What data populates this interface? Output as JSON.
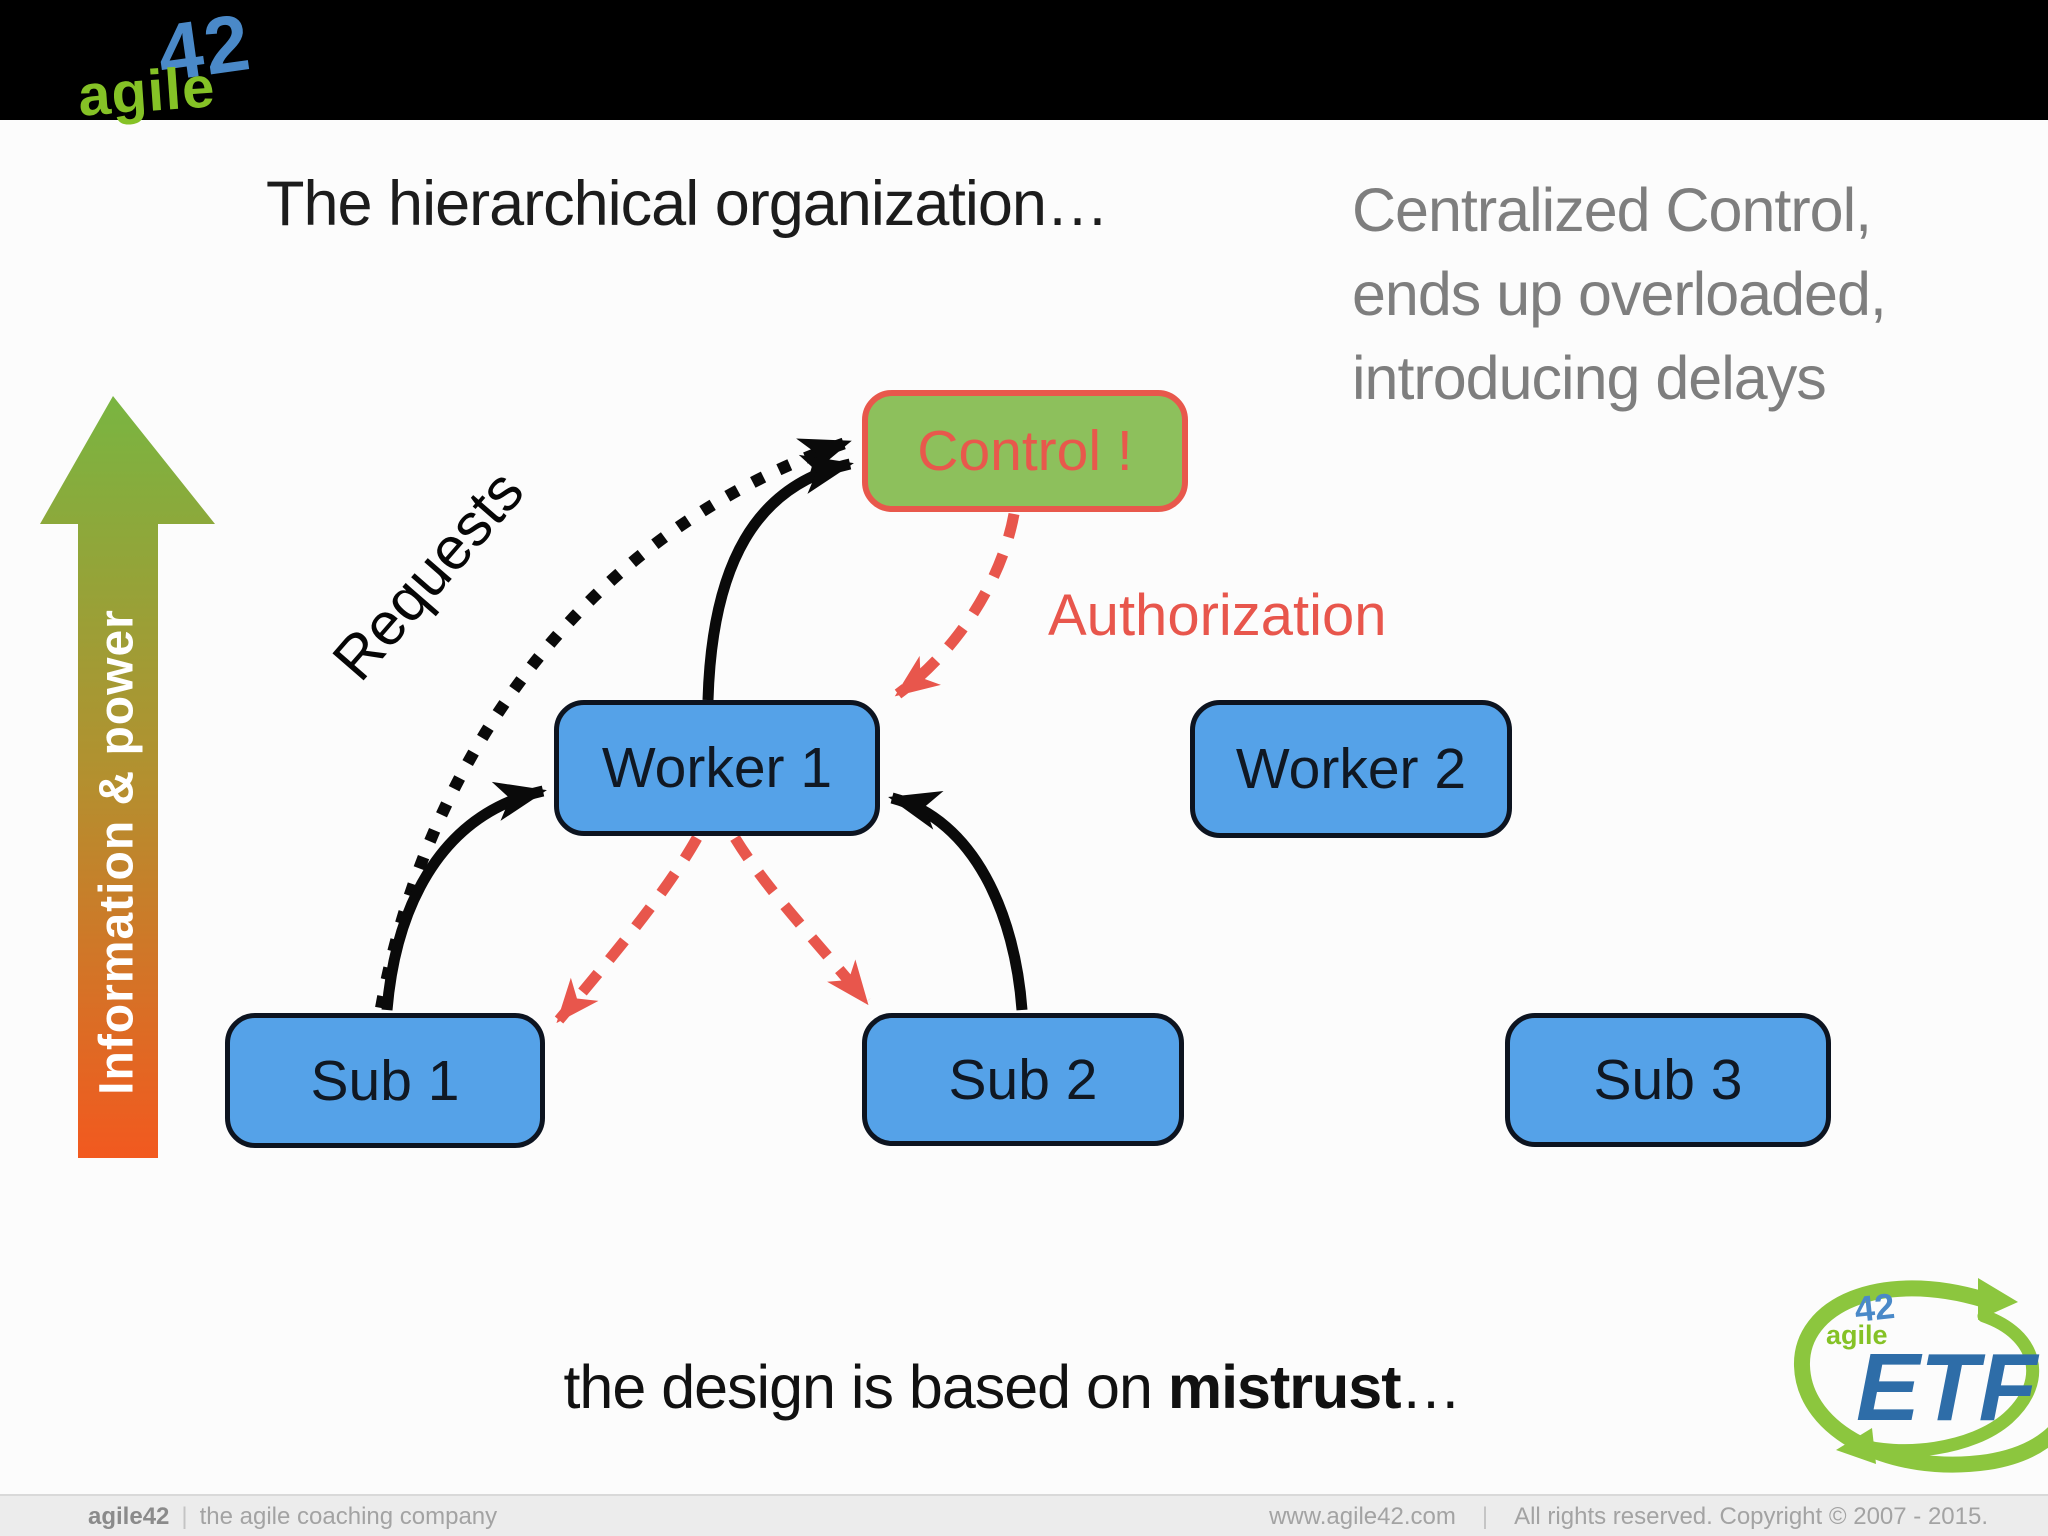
{
  "logo": {
    "num": "42",
    "word": "agile"
  },
  "slide": {
    "title": "The hierarchical organization…",
    "note_right": [
      "Centralized Control,",
      "ends up overloaded,",
      "introducing delays"
    ],
    "power_arrow_label": "Information & power",
    "bottom_prefix": "the design is based on ",
    "bottom_bold": "mistrust",
    "bottom_suffix": "…"
  },
  "diagram": {
    "nodes": {
      "control": "Control !",
      "worker1": "Worker 1",
      "worker2": "Worker 2",
      "sub1": "Sub 1",
      "sub2": "Sub 2",
      "sub3": "Sub 3"
    },
    "edge_labels": {
      "requests": "Requests",
      "authorization": "Authorization"
    }
  },
  "etf_logo": {
    "num": "42",
    "word": "agile",
    "text": "ETF"
  },
  "footer": {
    "brand": "agile42",
    "pipe": "|",
    "tagline": "the agile coaching company",
    "website": "www.agile42.com",
    "pipe2": "|",
    "copyright": "All rights reserved. Copyright © 2007 - 2015."
  },
  "colors": {
    "node_blue": "#55a2e8",
    "node_green": "#8dc05c",
    "accent_red": "#e8564c",
    "gradient_bottom": "#f2591f",
    "gradient_top": "#79b541",
    "gray_text": "#7e7e7e",
    "logo_blue": "#4a89c8",
    "logo_green": "#85c226"
  }
}
